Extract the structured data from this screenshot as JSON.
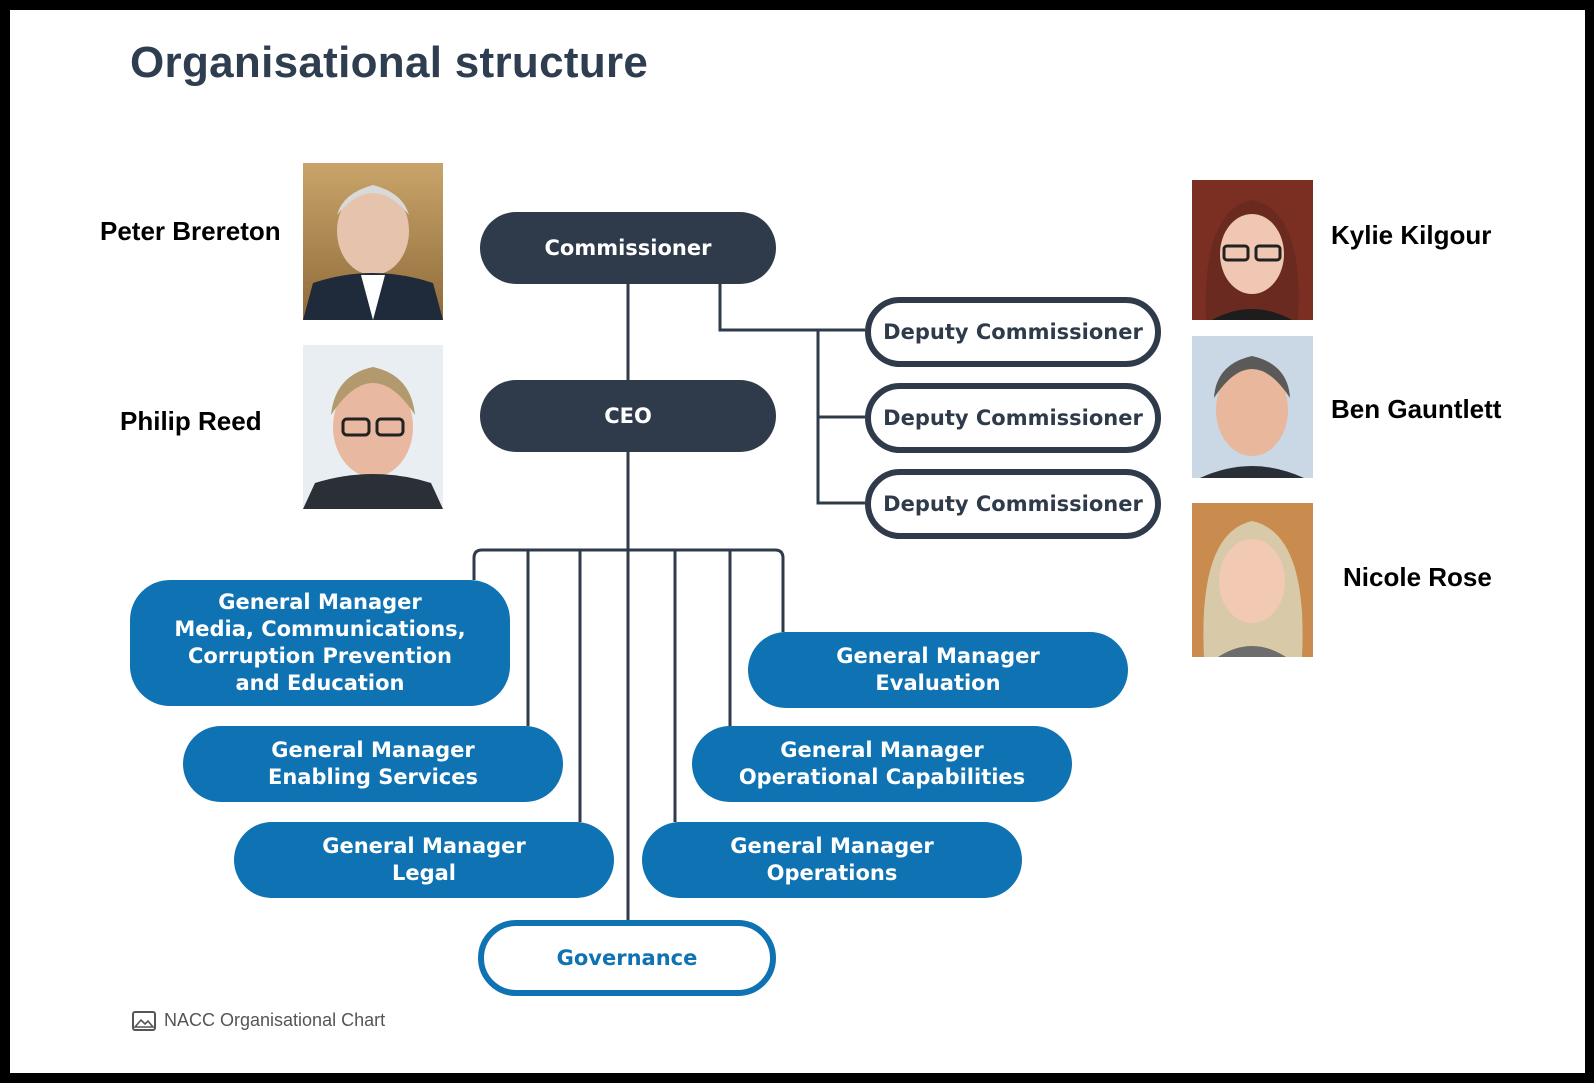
{
  "page": {
    "title": "Organisational structure"
  },
  "caption": {
    "icon": "image-icon",
    "text": "NACC Organisational Chart"
  },
  "colors": {
    "dark": "#2f3b4a",
    "blue": "#0f72b2",
    "title": "#2e3d4f"
  },
  "nodes": {
    "commissioner": "Commissioner",
    "ceo": "CEO",
    "deputy_1": "Deputy Commissioner",
    "deputy_2": "Deputy Commissioner",
    "deputy_3": "Deputy Commissioner",
    "gm_media": "General Manager\nMedia, Communications,\nCorruption Prevention\nand Education",
    "gm_enabling": "General Manager\nEnabling Services",
    "gm_legal": "General Manager\nLegal",
    "gm_evaluation": "General Manager\nEvaluation",
    "gm_opcap": "General Manager\nOperational Capabilities",
    "gm_operations": "General Manager\nOperations",
    "governance": "Governance"
  },
  "people": {
    "peter": "Peter Brereton",
    "philip": "Philip Reed",
    "kylie": "Kylie Kilgour",
    "ben": "Ben Gauntlett",
    "nicole": "Nicole Rose"
  }
}
